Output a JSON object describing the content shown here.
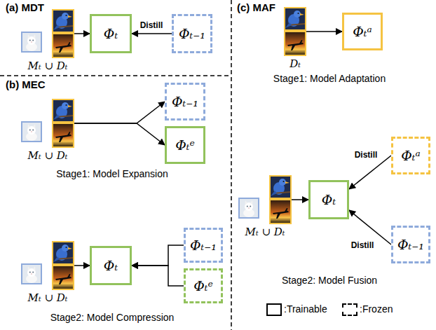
{
  "diagram": {
    "nodes": [
      {
        "text": [
          "Mₜ ∪ Dₜ"
        ]
      },
      {
        "text": [
          "Φₜ"
        ]
      },
      {
        "text": [
          "Φₜ₋₁"
        ]
      },
      {
        "text": [
          "Mₜ ∪ Dₜ"
        ]
      },
      {
        "text": [
          "Φₜ₋₁"
        ]
      },
      {
        "text": [
          "Φₜᵉ"
        ]
      },
      {
        "text": [
          "Mₜ ∪ Dₜ"
        ]
      },
      {
        "text": [
          "Φₜ"
        ]
      },
      {
        "text": [
          "Φₜ₋₁"
        ]
      },
      {
        "text": [
          "Φₜᵉ"
        ]
      },
      {
        "text": [
          "Dₜ"
        ]
      },
      {
        "text": [
          "Φₜᵃ"
        ]
      },
      {
        "text": [
          "Mₜ ∪ Dₜ"
        ]
      },
      {
        "text": [
          "Φₜ"
        ]
      },
      {
        "text": [
          "Φₜᵃ"
        ]
      },
      {
        "text": [
          "Φₜ₋₁"
        ]
      }
    ],
    "edges": [
      {
        "from": 0,
        "to": 1,
        "arrow": "to"
      },
      {
        "from": 2,
        "to": 1,
        "label": "Distill",
        "arrow": "to"
      },
      {
        "from": 3,
        "to": 4,
        "arrow": "to"
      },
      {
        "from": 3,
        "to": 5,
        "arrow": "to"
      },
      {
        "from": 6,
        "to": 7,
        "arrow": "to"
      },
      {
        "from": 8,
        "to": 7,
        "arrow": "to"
      },
      {
        "from": 9,
        "to": 7,
        "arrow": "to"
      },
      {
        "from": 10,
        "to": 11,
        "arrow": "to"
      },
      {
        "from": 12,
        "to": 13,
        "arrow": "to"
      },
      {
        "from": 14,
        "to": 13,
        "label": "Distill",
        "arrow": "to"
      },
      {
        "from": 15,
        "to": 13,
        "label": "Distill",
        "arrow": "to"
      }
    ],
    "labels": [
      "(a) MDT",
      "(b) MEC",
      "Stage1: Model Expansion",
      "Stage2: Model Compression",
      "(c) MAF",
      "Stage1: Model Adaptation",
      "Stage2: Model Fusion"
    ],
    "legend": [
      {
        "text": ":Trainable"
      },
      {
        "text": ":Frozen"
      }
    ]
  }
}
